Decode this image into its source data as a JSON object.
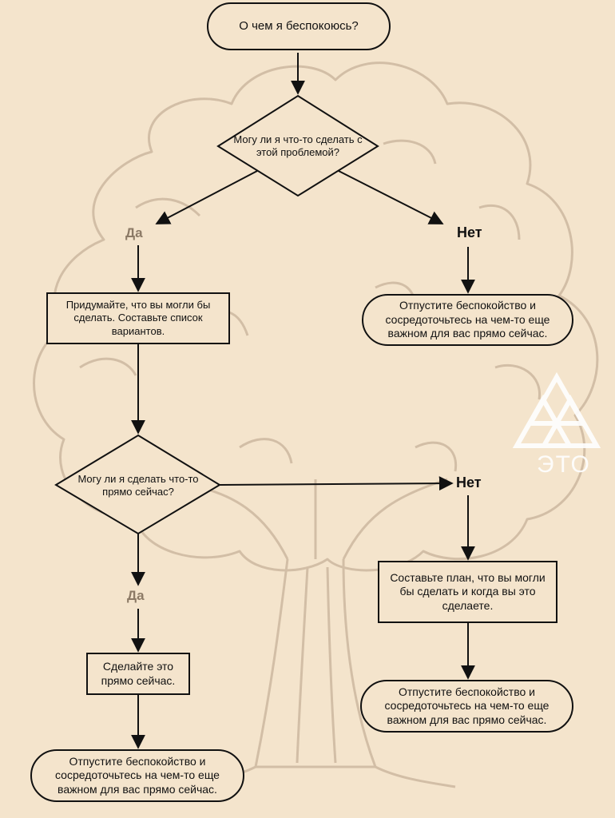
{
  "start": {
    "text": "О чем я беспокоюсь?"
  },
  "question1": {
    "text": "Могу ли я что-то сделать с этой проблемой?"
  },
  "branch1": {
    "yes_label": "Да",
    "no_label": "Нет"
  },
  "step_yes1": {
    "text": "Придумайте, что вы могли бы сделать. Составьте список вариантов."
  },
  "end_no1": {
    "text": "Отпустите беспокойство и сосредоточьтесь на чем-то еще важном для вас прямо сейчас."
  },
  "question2": {
    "text": "Могу ли я сделать что-то прямо сейчас?"
  },
  "branch2": {
    "yes_label": "Да",
    "no_label": "Нет"
  },
  "step_yes2": {
    "text": "Сделайте это прямо сейчас."
  },
  "end_yes2": {
    "text": "Отпустите беспокойство и сосредоточьтесь на чем-то еще важном для вас прямо сейчас."
  },
  "step_no2": {
    "text": "Составьте план, что вы могли бы сделать и когда вы это сделаете."
  },
  "end_no2": {
    "text": "Отпустите беспокойство и сосредоточьтесь на чем-то еще важном для вас прямо сейчас."
  },
  "logo": {
    "text": "ЭТО"
  },
  "colors": {
    "background": "#f4e4cc",
    "tree": "#d2bea6",
    "line": "#111111",
    "yes_label": "#8c7a66"
  }
}
